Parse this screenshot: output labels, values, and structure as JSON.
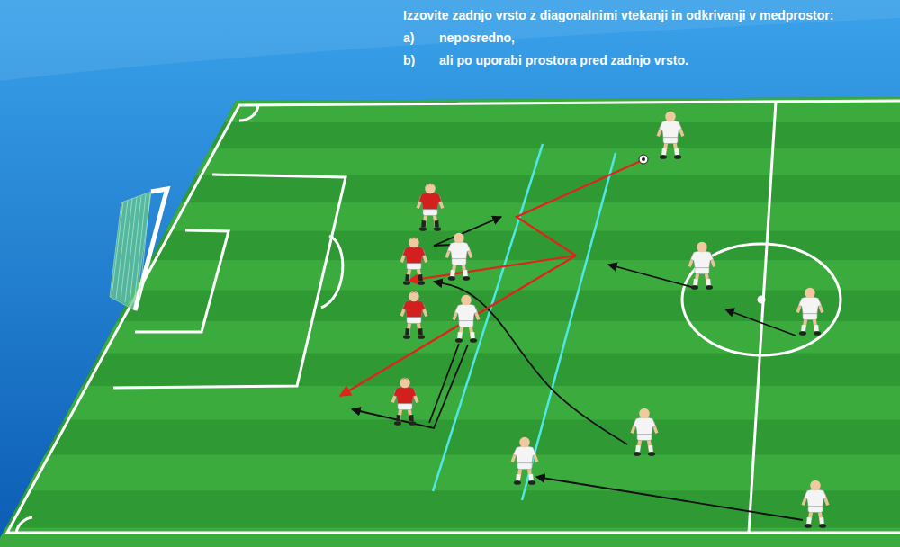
{
  "diagram": {
    "title": "Izzovite zadnjo vrsto z diagonalnimi vtekanji in odkrivanji v medprostor:",
    "labels": [
      "a)",
      "neposredno,",
      "b)",
      "ali po uporabi prostora pred zadnjo vrsto."
    ]
  }
}
